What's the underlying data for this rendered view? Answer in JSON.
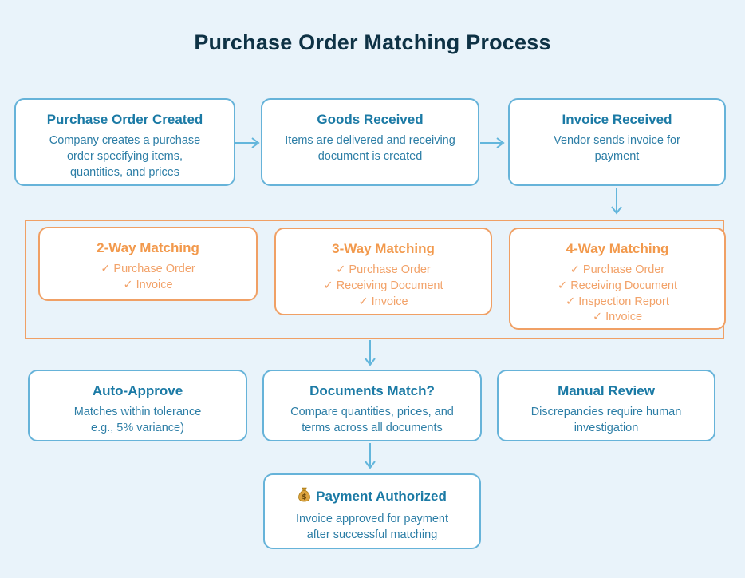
{
  "title": "Purchase Order Matching Process",
  "colors": {
    "background": "#e9f3fa",
    "box_background": "#ffffff",
    "blue_border": "#66b3d9",
    "blue_heading": "#1b7aa5",
    "blue_body": "#2d7ea6",
    "title_color": "#0e3245",
    "orange_border": "#f0a065",
    "orange_heading": "#f2994c",
    "orange_body": "#f2a269",
    "arrow": "#63b6dc",
    "money_bag_gold": "#dca33f"
  },
  "row1": [
    {
      "heading": "Purchase Order Created",
      "body": "Company creates a purchase\norder specifying items,\nquantities, and prices"
    },
    {
      "heading": "Goods Received",
      "body": "Items are delivered and receiving\ndocument is created"
    },
    {
      "heading": "Invoice Received",
      "body": "Vendor sends invoice for\npayment"
    }
  ],
  "matching": {
    "boxes": [
      {
        "heading": "2-Way Matching",
        "items": [
          "✓ Purchase Order",
          "✓ Invoice"
        ]
      },
      {
        "heading": "3-Way Matching",
        "items": [
          "✓ Purchase Order",
          "✓ Receiving Document",
          "✓ Invoice"
        ]
      },
      {
        "heading": "4-Way Matching",
        "items": [
          "✓ Purchase Order",
          "✓ Receiving Document",
          "✓ Inspection Report",
          "✓ Invoice"
        ]
      }
    ]
  },
  "row3": [
    {
      "heading": "Auto-Approve",
      "body": "Matches within tolerance\ne.g., 5% variance)"
    },
    {
      "heading": "Documents Match?",
      "body": "Compare quantities, prices, and\nterms across all documents"
    },
    {
      "heading": "Manual Review",
      "body": "Discrepancies require human\ninvestigation"
    }
  ],
  "payment": {
    "icon": "money-bag",
    "heading": "Payment Authorized",
    "body": "Invoice approved for payment\nafter successful matching"
  }
}
